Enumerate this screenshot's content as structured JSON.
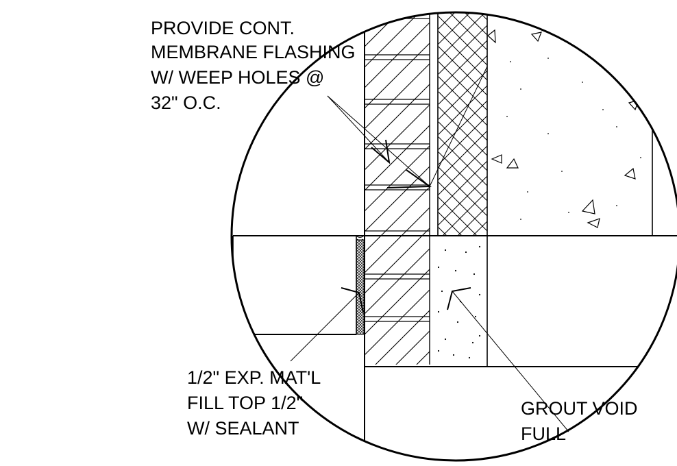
{
  "notes": {
    "flashing": [
      "PROVIDE CONT.",
      "MEMBRANE FLASHING",
      "W/ WEEP HOLES @",
      "32\" O.C."
    ],
    "expansion": [
      "1/2\" EXP. MAT'L",
      "FILL TOP 1/2\"",
      "W/ SEALANT"
    ],
    "grout": [
      "GROUT VOID",
      "FULL"
    ]
  },
  "colors": {
    "line": "#000000",
    "background": "#ffffff"
  }
}
